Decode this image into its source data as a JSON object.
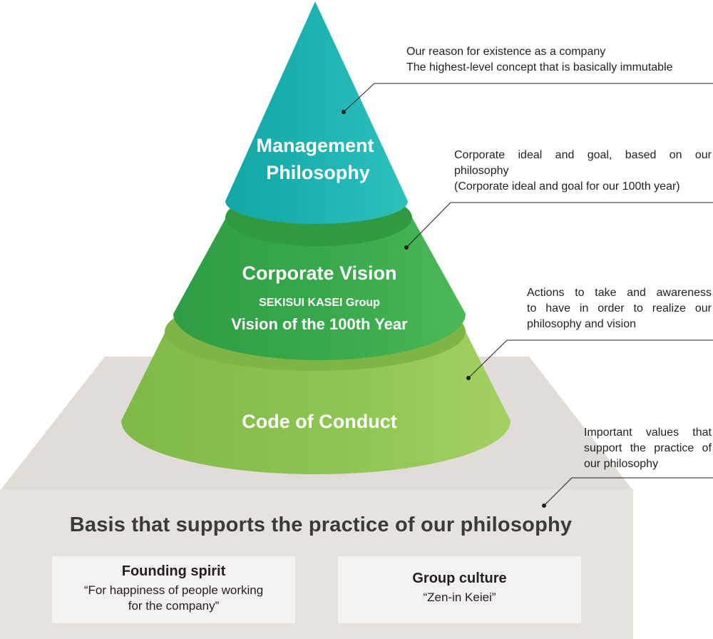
{
  "tiers": {
    "management": {
      "line1": "Management",
      "line2": "Philosophy",
      "color": "#1fb3b1"
    },
    "vision": {
      "title": "Corporate Vision",
      "group": "SEKISUI KASEI Group",
      "subtitle": "Vision of the 100th Year",
      "color": "#3aaa4a"
    },
    "conduct": {
      "title": "Code of Conduct",
      "color": "#8cc450"
    }
  },
  "annotations": {
    "philosophy": [
      "Our reason for existence as a company",
      "The highest-level concept that is basically immutable"
    ],
    "vision": [
      "Corporate ideal and goal, based on our",
      "philosophy",
      "(Corporate ideal and goal for our 100th year)"
    ],
    "conduct": [
      "Actions to take and awareness",
      "to have in order to realize our",
      "philosophy and vision"
    ],
    "basis": [
      "Important values that",
      "support the practice of",
      "our philosophy"
    ]
  },
  "basis": {
    "title": "Basis that supports the practice of our philosophy",
    "founding": {
      "title": "Founding spirit",
      "line1": "“For happiness of people working",
      "line2": "for the company”"
    },
    "culture": {
      "title": "Group culture",
      "line1": "“Zen-in Keiei”"
    }
  },
  "colors": {
    "platform": "#e6e2de",
    "platform_top": "#e1dcd7",
    "box": "#f4f2f0",
    "text": "#231f20"
  }
}
